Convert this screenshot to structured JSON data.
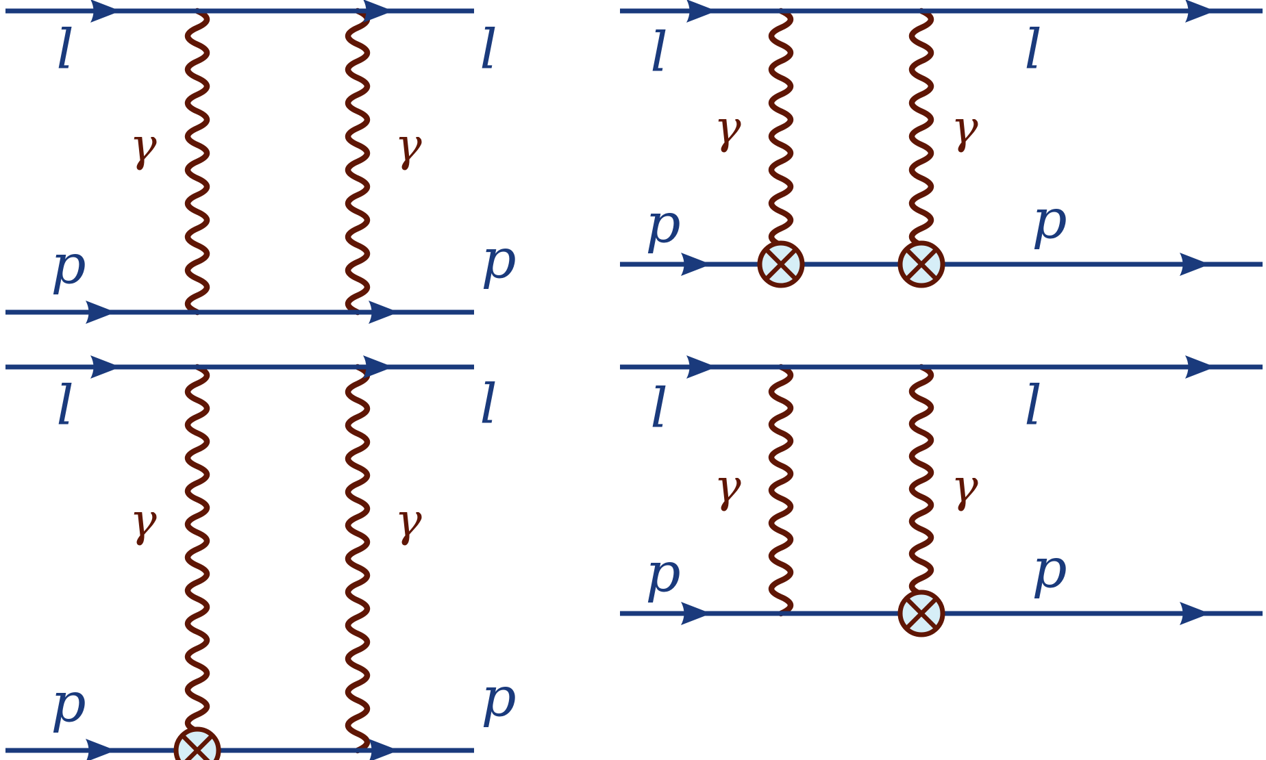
{
  "figure": {
    "labels": {
      "lepton": "l",
      "proton": "p",
      "photon": "γ"
    },
    "colors": {
      "background": "#ffffff",
      "fermion_line": "#1a3a7c",
      "photon_line": "#5f1605",
      "vertex_fill": "#d6eef7",
      "vertex_stroke": "#5f1605"
    },
    "diagrams": [
      {
        "position": "top-left",
        "incoming_lepton_label": "l",
        "outgoing_lepton_label": "l",
        "incoming_proton_label": "p",
        "outgoing_proton_label": "p",
        "left_photon_label": "γ",
        "right_photon_label": "γ",
        "effective_vertices": []
      },
      {
        "position": "top-right",
        "incoming_lepton_label": "l",
        "outgoing_lepton_label": "l",
        "incoming_proton_label": "p",
        "outgoing_proton_label": "p",
        "left_photon_label": "γ",
        "right_photon_label": "γ",
        "effective_vertices": [
          "left",
          "right"
        ]
      },
      {
        "position": "bottom-left",
        "incoming_lepton_label": "l",
        "outgoing_lepton_label": "l",
        "incoming_proton_label": "p",
        "outgoing_proton_label": "p",
        "left_photon_label": "γ",
        "right_photon_label": "γ",
        "effective_vertices": [
          "left"
        ]
      },
      {
        "position": "bottom-right",
        "incoming_lepton_label": "l",
        "outgoing_lepton_label": "l",
        "incoming_proton_label": "p",
        "outgoing_proton_label": "p",
        "left_photon_label": "γ",
        "right_photon_label": "γ",
        "effective_vertices": [
          "right"
        ]
      }
    ]
  }
}
